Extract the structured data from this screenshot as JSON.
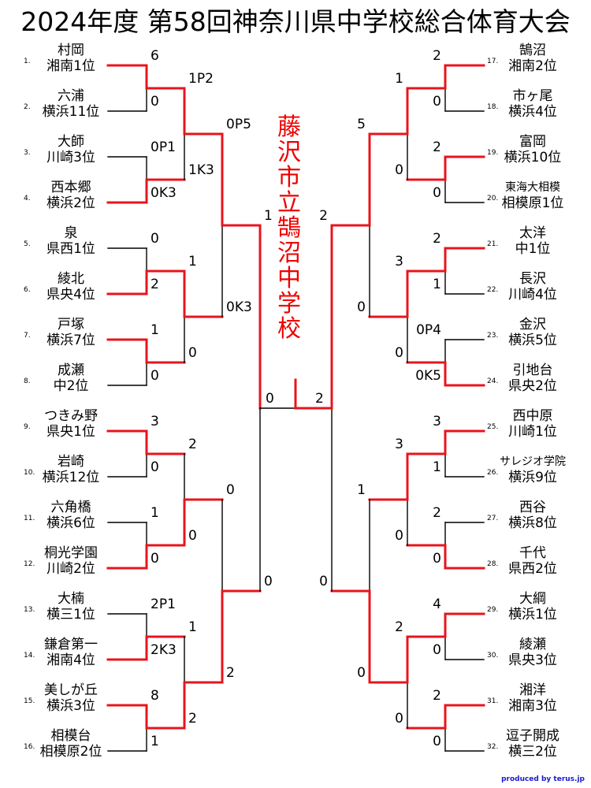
{
  "title": "2024年度 第58回神奈川県中学校総合体育大会",
  "winner": "藤沢市立鵠沼中学校",
  "credit": "produced by terus.jp",
  "colors": {
    "win": "#e8141c",
    "lose": "#000000"
  },
  "left_teams": [
    {
      "seed": "1.",
      "name": "村岡",
      "rank": "湘南1位"
    },
    {
      "seed": "2.",
      "name": "六浦",
      "rank": "横浜11位"
    },
    {
      "seed": "3.",
      "name": "大師",
      "rank": "川崎3位"
    },
    {
      "seed": "4.",
      "name": "西本郷",
      "rank": "横浜2位"
    },
    {
      "seed": "5.",
      "name": "泉",
      "rank": "県西1位"
    },
    {
      "seed": "6.",
      "name": "綾北",
      "rank": "県央4位"
    },
    {
      "seed": "7.",
      "name": "戸塚",
      "rank": "横浜7位"
    },
    {
      "seed": "8.",
      "name": "成瀬",
      "rank": "中2位"
    },
    {
      "seed": "9.",
      "name": "つきみ野",
      "rank": "県央1位"
    },
    {
      "seed": "10.",
      "name": "岩崎",
      "rank": "横浜12位"
    },
    {
      "seed": "11.",
      "name": "六角橋",
      "rank": "横浜6位"
    },
    {
      "seed": "12.",
      "name": "桐光学園",
      "rank": "川崎2位"
    },
    {
      "seed": "13.",
      "name": "大楠",
      "rank": "横三1位"
    },
    {
      "seed": "14.",
      "name": "鎌倉第一",
      "rank": "湘南4位"
    },
    {
      "seed": "15.",
      "name": "美しが丘",
      "rank": "横浜3位"
    },
    {
      "seed": "16.",
      "name": "相模台",
      "rank": "相模原2位"
    }
  ],
  "right_teams": [
    {
      "seed": "17.",
      "name": "鵠沼",
      "rank": "湘南2位"
    },
    {
      "seed": "18.",
      "name": "市ヶ尾",
      "rank": "横浜4位"
    },
    {
      "seed": "19.",
      "name": "富岡",
      "rank": "横浜10位"
    },
    {
      "seed": "20.",
      "name": "東海大相模",
      "rank": "相模原1位"
    },
    {
      "seed": "21.",
      "name": "太洋",
      "rank": "中1位"
    },
    {
      "seed": "22.",
      "name": "長沢",
      "rank": "川崎4位"
    },
    {
      "seed": "23.",
      "name": "金沢",
      "rank": "横浜5位"
    },
    {
      "seed": "24.",
      "name": "引地台",
      "rank": "県央2位"
    },
    {
      "seed": "25.",
      "name": "西中原",
      "rank": "川崎1位"
    },
    {
      "seed": "26.",
      "name": "サレジオ学院",
      "rank": "横浜9位"
    },
    {
      "seed": "27.",
      "name": "西谷",
      "rank": "横浜8位"
    },
    {
      "seed": "28.",
      "name": "千代",
      "rank": "県西2位"
    },
    {
      "seed": "29.",
      "name": "大綱",
      "rank": "横浜1位"
    },
    {
      "seed": "30.",
      "name": "綾瀬",
      "rank": "県央3位"
    },
    {
      "seed": "31.",
      "name": "湘洋",
      "rank": "湘南3位"
    },
    {
      "seed": "32.",
      "name": "逗子開成",
      "rank": "横三2位"
    }
  ],
  "left_scores": {
    "r1": [
      "6",
      "0",
      "0P1",
      "0K3",
      "0",
      "2",
      "1",
      "0",
      "3",
      "0",
      "1",
      "0",
      "2P1",
      "2K3",
      "8",
      "1"
    ],
    "r2": [
      "1P2",
      "1K3",
      "1",
      "0",
      "2",
      "0",
      "1",
      "2"
    ],
    "r3": [
      "0P5",
      "0K3",
      "0",
      "2"
    ],
    "r4": [
      "1",
      "0"
    ],
    "final": "0"
  },
  "right_scores": {
    "r1": [
      "2",
      "0",
      "2",
      "0",
      "2",
      "1",
      "0P4",
      "0K5",
      "3",
      "1",
      "2",
      "0",
      "4",
      "0",
      "2",
      "0"
    ],
    "r2": [
      "1",
      "0",
      "3",
      "0",
      "3",
      "0",
      "2",
      "0"
    ],
    "r3": [
      "5",
      "0",
      "1",
      "0"
    ],
    "r4": [
      "2",
      "0"
    ],
    "final": "2"
  },
  "winners": {
    "left": {
      "r1": [
        0,
        1,
        1,
        0,
        0,
        1,
        1,
        0
      ],
      "r2": [
        0,
        0,
        1,
        1
      ],
      "r3": [
        0,
        1
      ],
      "r4": [
        0
      ]
    },
    "right": {
      "r1": [
        0,
        0,
        0,
        1,
        0,
        1,
        0,
        0
      ],
      "r2": [
        0,
        0,
        0,
        0
      ],
      "r3": [
        0,
        1
      ],
      "r4": [
        0
      ]
    },
    "final": "right"
  }
}
